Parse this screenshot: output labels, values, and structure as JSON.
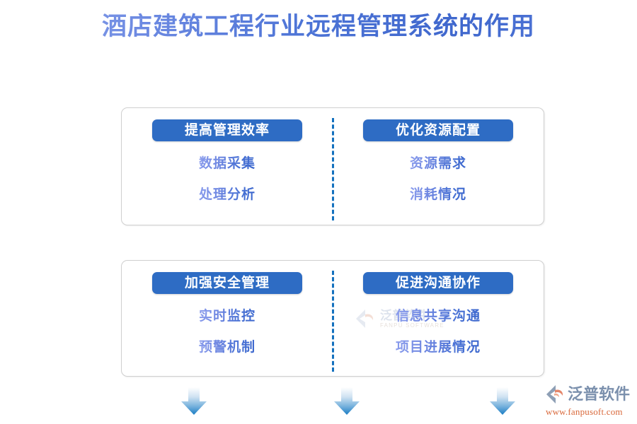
{
  "page": {
    "title": "酒店建筑工程行业远程管理系统的作用",
    "background_color": "#ffffff",
    "title_gradient_from": "#93a9ec",
    "title_gradient_to": "#3f67cd"
  },
  "panels": [
    {
      "columns": [
        {
          "header": "提高管理效率",
          "items": [
            "数据采集",
            "处理分析"
          ]
        },
        {
          "header": "优化资源配置",
          "items": [
            "资源需求",
            "消耗情况"
          ]
        }
      ]
    },
    {
      "columns": [
        {
          "header": "加强安全管理",
          "items": [
            "实时监控",
            "预警机制"
          ]
        },
        {
          "header": "促进沟通协作",
          "items": [
            "信息共享沟通",
            "项目进展情况"
          ]
        }
      ]
    }
  ],
  "watermark": {
    "name": "泛普软件",
    "tagline": "FANPU SOFTWARE"
  },
  "arrows": {
    "icon": "arrow-down-icon",
    "count": 3,
    "color_top": "#ffffff",
    "color_bottom": "#1f7fc4"
  },
  "logo": {
    "name": "泛普软件",
    "url": "www.fanpusoft.com",
    "name_color": "#7b90ad",
    "url_color": "#d9683a",
    "mark_color": "#e08a6a"
  },
  "colors": {
    "pill_blue": "#2e6cc4",
    "divider_blue": "#1471be",
    "panel_border": "#cfcfcf",
    "item_text_gradient_from": "#8b9ded",
    "item_text_gradient_to": "#3a66cd"
  }
}
